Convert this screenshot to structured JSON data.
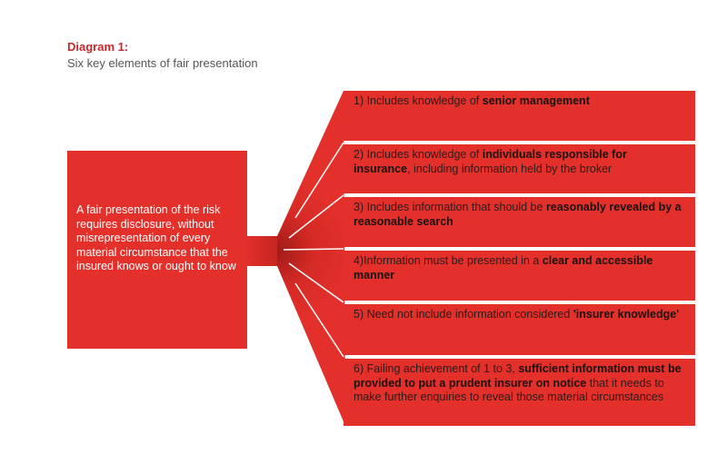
{
  "header": {
    "title": "Diagram 1:",
    "subtitle": "Six key elements of fair presentation"
  },
  "central_statement": "A fair presentation of the risk requires disclosure, without misrepresentation of every material circumstance that the insured knows or ought to know",
  "colors": {
    "accent": "#e3302b",
    "title": "#c8282a"
  },
  "elements": [
    {
      "segments": [
        {
          "t": "1) Includes knowledge of ",
          "b": false
        },
        {
          "t": "senior management",
          "b": true
        }
      ]
    },
    {
      "segments": [
        {
          "t": "2) Includes knowledge of ",
          "b": false
        },
        {
          "t": "individuals responsible for insurance",
          "b": true
        },
        {
          "t": ", including information held by the broker",
          "b": false
        }
      ]
    },
    {
      "segments": [
        {
          "t": "3) Includes information that should be ",
          "b": false
        },
        {
          "t": "reasonably revealed by a reasonable search",
          "b": true
        }
      ]
    },
    {
      "segments": [
        {
          "t": "4)Information must be presented in a ",
          "b": false
        },
        {
          "t": "clear and accessible manner",
          "b": true
        }
      ]
    },
    {
      "segments": [
        {
          "t": "5) Need not include information considered ",
          "b": false
        },
        {
          "t": "'insurer knowledge'",
          "b": true
        }
      ]
    },
    {
      "segments": [
        {
          "t": "6) Failing achievement of 1 to 3, ",
          "b": false
        },
        {
          "t": "sufficient information must be provided to put a prudent insurer on notice",
          "b": true
        },
        {
          "t": " that it needs to make further enquiries to reveal those material circumstances",
          "b": false
        }
      ]
    }
  ]
}
